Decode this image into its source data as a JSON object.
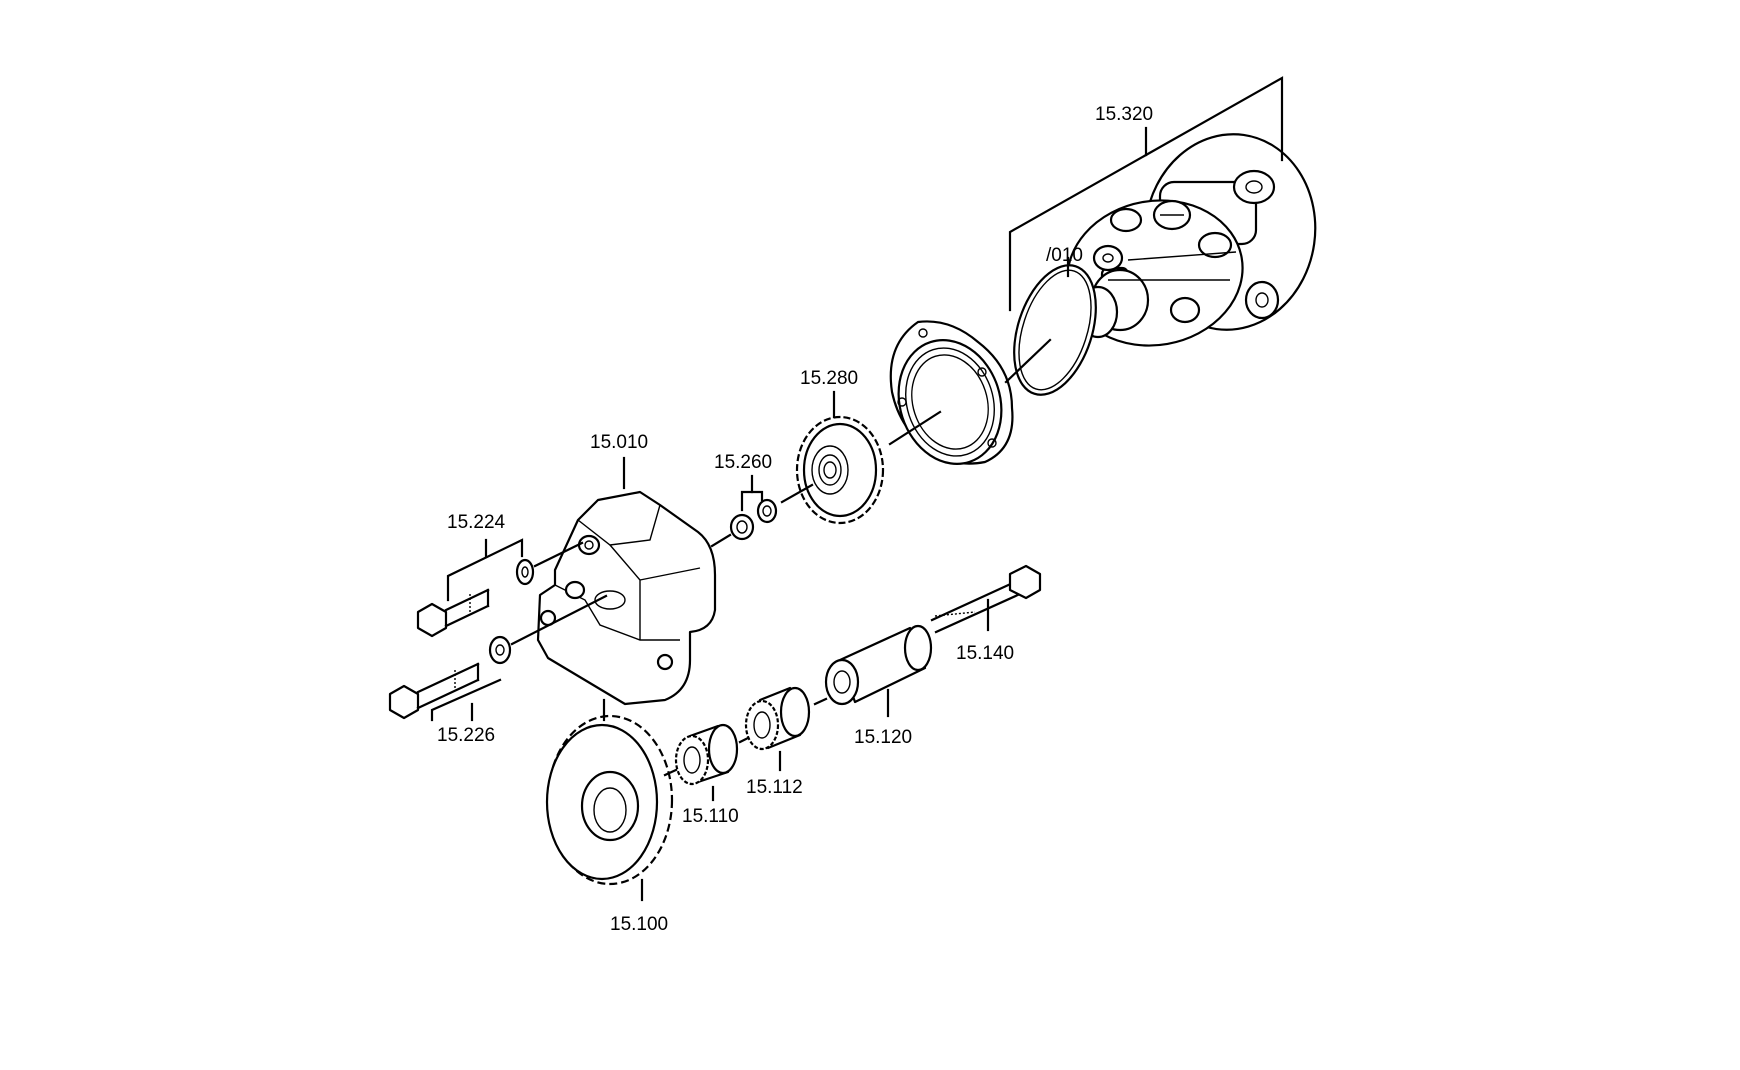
{
  "labels": {
    "l15320": "15.320",
    "l010": "/010",
    "l15280": "15.280",
    "l15260": "15.260",
    "l15010": "15.010",
    "l15224": "15.224",
    "l15226": "15.226",
    "l15140": "15.140",
    "l15120": "15.120",
    "l15112": "15.112",
    "l15110": "15.110",
    "l15100": "15.100"
  }
}
